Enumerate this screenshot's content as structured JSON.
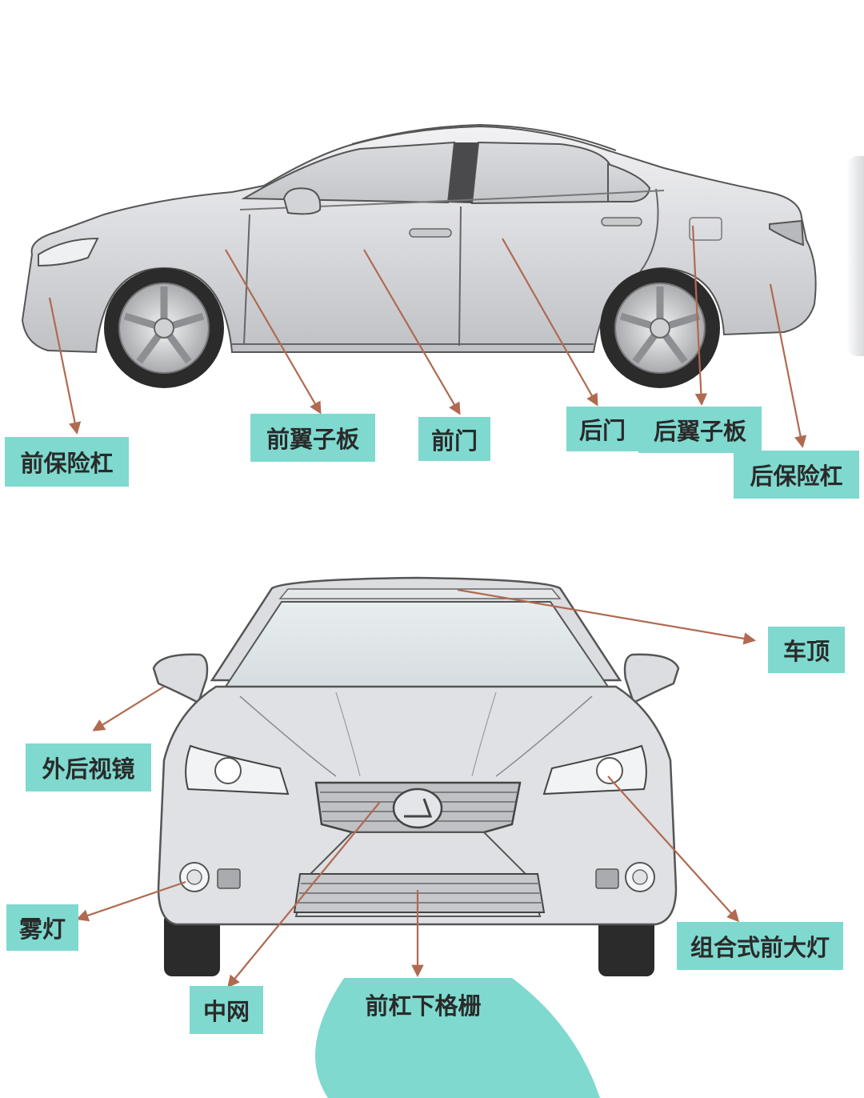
{
  "side_view": {
    "labels": [
      {
        "id": "front-bumper",
        "text": "前保险杠"
      },
      {
        "id": "front-fender",
        "text": "前翼子板"
      },
      {
        "id": "front-door",
        "text": "前门"
      },
      {
        "id": "rear-door",
        "text": "后门"
      },
      {
        "id": "rear-fender",
        "text": "后翼子板"
      },
      {
        "id": "rear-bumper",
        "text": "后保险杠"
      }
    ]
  },
  "front_view": {
    "labels": [
      {
        "id": "roof",
        "text": "车顶"
      },
      {
        "id": "side-mirror",
        "text": "外后视镜"
      },
      {
        "id": "fog-light",
        "text": "雾灯"
      },
      {
        "id": "center-grille",
        "text": "中网"
      },
      {
        "id": "lower-grille",
        "text": "前杠下格栅"
      },
      {
        "id": "headlight",
        "text": "组合式前大灯"
      }
    ]
  },
  "colors": {
    "label_bg": "#7fd9cf",
    "arrow": "#b06a50",
    "car_body": "#dcdde0",
    "car_outline": "#555555",
    "tire": "#2b2b2b"
  }
}
